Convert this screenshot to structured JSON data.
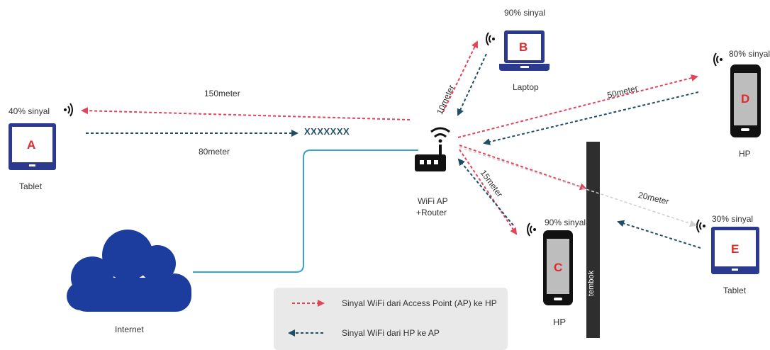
{
  "devices": {
    "a": {
      "letter": "A",
      "label": "Tablet",
      "signal": "40% sinyal"
    },
    "b": {
      "letter": "B",
      "label": "Laptop",
      "signal": "90% sinyal"
    },
    "c": {
      "letter": "C",
      "label": "HP",
      "signal": "90% sinyal"
    },
    "d": {
      "letter": "D",
      "label": "HP",
      "signal": "80% sinyal"
    },
    "e": {
      "letter": "E",
      "label": "Tablet",
      "signal": "30% sinyal"
    }
  },
  "router": {
    "line1": "WiFi AP",
    "line2": "+Router"
  },
  "internet": {
    "label": "Internet"
  },
  "wall": {
    "label": "tembok"
  },
  "blocked": {
    "label": "XXXXXXX"
  },
  "distances": {
    "a_down": "150meter",
    "a_up": "80meter",
    "b": "10meter",
    "c": "15meter",
    "d": "50meter",
    "e": "20meter"
  },
  "legend": {
    "ap_to_hp": "Sinyal WiFi dari Access Point (AP) ke HP",
    "hp_to_ap": "Sinyal WiFi dari HP ke AP"
  },
  "colors": {
    "ap_signal": "#e0455a",
    "hp_signal": "#1f4e66",
    "device": "#2b3a8f",
    "cable": "#3aa0d8",
    "cloud": "#1c3d9e",
    "wall": "#2e2e2e",
    "phone": "#111111"
  }
}
